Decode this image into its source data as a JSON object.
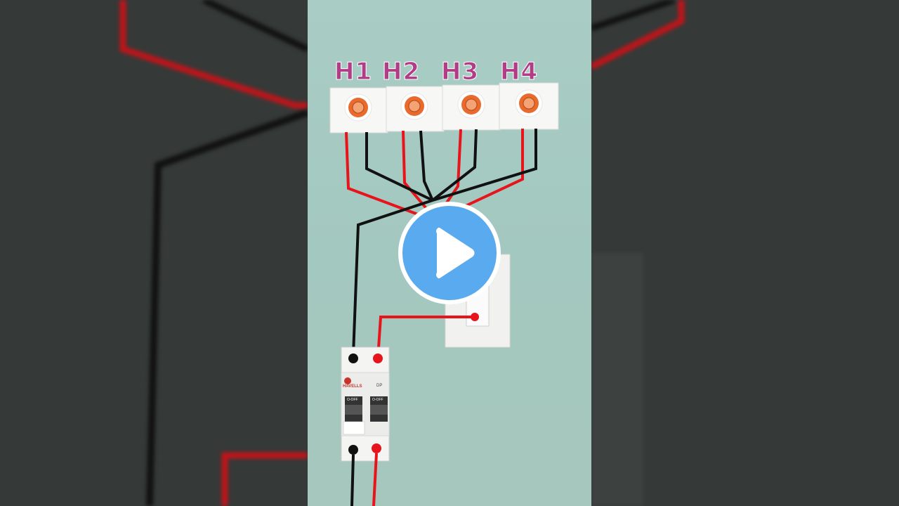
{
  "holders": [
    {
      "label": "H1"
    },
    {
      "label": "H2"
    },
    {
      "label": "H3"
    },
    {
      "label": "H4"
    }
  ],
  "breaker": {
    "brand": "HAVELLS",
    "type": "DP",
    "switch_left": "O-OFF",
    "switch_right": "O-OFF"
  },
  "colors": {
    "wall": "#a6c9c0",
    "phase_wire": "#e8141c",
    "neutral_wire": "#111111",
    "label": "#b03d86",
    "play_button": "#5aaaf0"
  },
  "icons": {
    "play": "play-triangle-icon"
  }
}
